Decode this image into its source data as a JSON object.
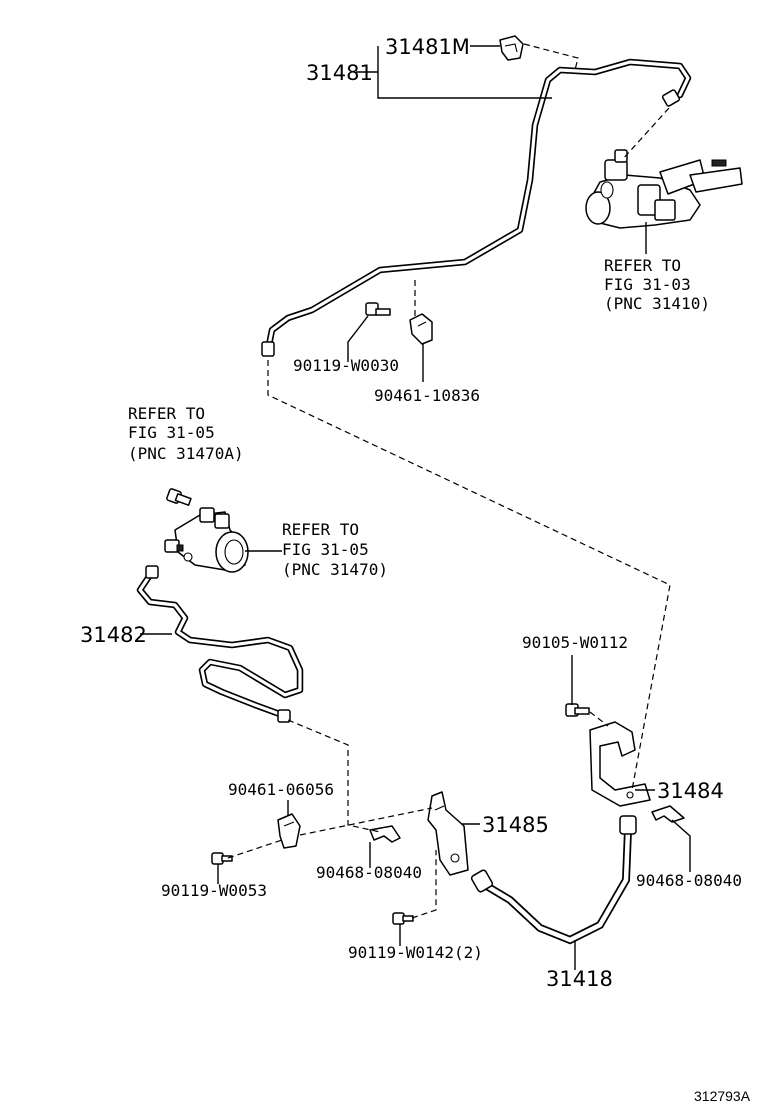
{
  "parts": {
    "p31481": "31481",
    "p31481m": "31481M",
    "p31482": "31482",
    "p31484": "31484",
    "p31485": "31485",
    "p31418": "31418",
    "b90119_w0030": "90119-W0030",
    "c90461_10836": "90461-10836",
    "b90105_w0112": "90105-W0112",
    "c90461_06056": "90461-06056",
    "b90119_w0053": "90119-W0053",
    "c90468_08040_left": "90468-08040",
    "c90468_08040_right": "90468-08040",
    "b90119_w0142": "90119-W0142(2)"
  },
  "references": {
    "master_cylinder": [
      "REFER TO",
      "FIG 31-03",
      "(PNC 31410)"
    ],
    "release_bleeder": [
      "REFER TO",
      "FIG 31-05",
      "(PNC 31470A)"
    ],
    "release_cylinder": [
      "REFER TO",
      "FIG 31-05",
      "(PNC 31470)"
    ]
  },
  "figure_id": "312793A"
}
